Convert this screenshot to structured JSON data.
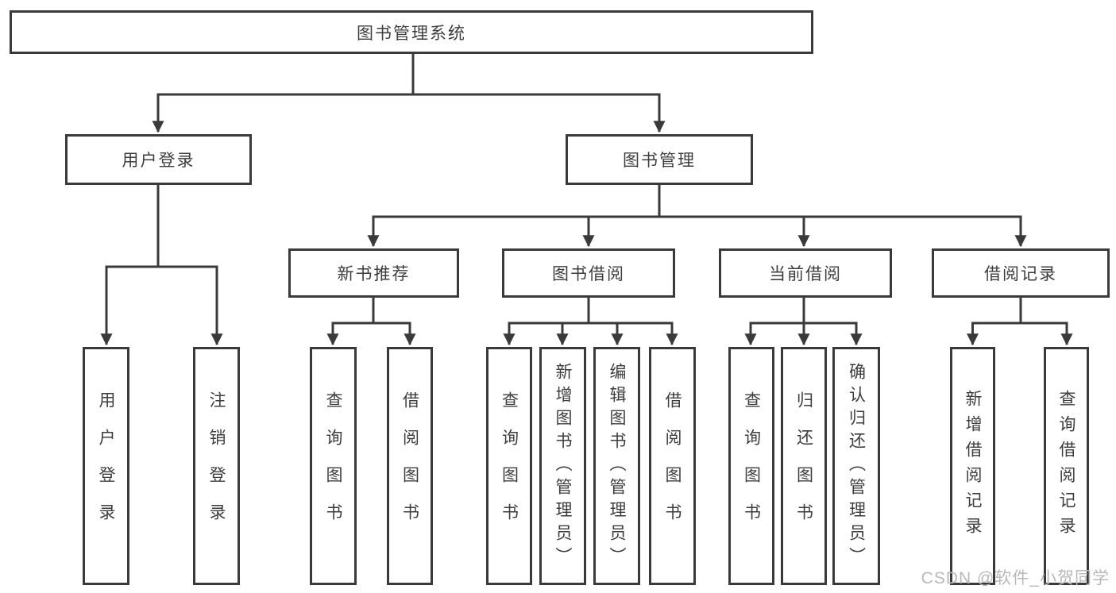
{
  "nodes": {
    "root": "图书管理系统",
    "user_login": "用户登录",
    "book_mgmt": "图书管理",
    "new_book_rec": "新书推荐",
    "book_borrow": "图书借阅",
    "current_borrow": "当前借阅",
    "borrow_record": "借阅记录",
    "leaf_user_login": "用户登录",
    "leaf_logout": "注销登录",
    "leaf_query_book_a": "查询图书",
    "leaf_borrow_book_a": "借阅图书",
    "leaf_query_book_b": "查询图书",
    "leaf_add_book_admin": "新增图书（管理员）",
    "leaf_edit_book_admin": "编辑图书（管理员）",
    "leaf_borrow_book_b": "借阅图书",
    "leaf_query_book_c": "查询图书",
    "leaf_return_book": "归还图书",
    "leaf_confirm_return_admin": "确认归还（管理员）",
    "leaf_add_borrow_record": "新增借阅记录",
    "leaf_query_borrow_record": "查询借阅记录"
  },
  "colors": {
    "line": "#3a3a3a",
    "text": "#3d3d3d",
    "watermark": "#b9b9b9"
  },
  "watermark": "CSDN @软件_小贺同学"
}
